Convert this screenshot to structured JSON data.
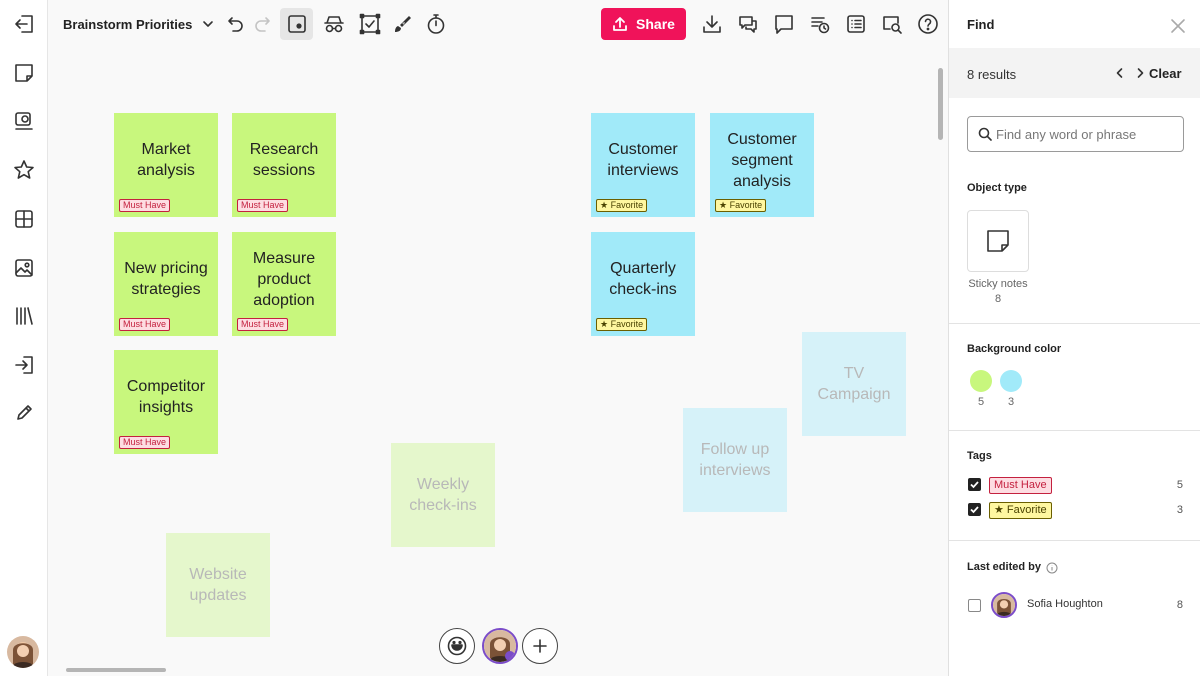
{
  "board": {
    "title": "Brainstorm Priorities",
    "share_label": "Share"
  },
  "notes": [
    {
      "text": "Market analysis",
      "tag": "Must Have",
      "color": "green"
    },
    {
      "text": "Research sessions",
      "tag": "Must Have",
      "color": "green"
    },
    {
      "text": "New pricing strategies",
      "tag": "Must Have",
      "color": "green"
    },
    {
      "text": "Measure product adoption",
      "tag": "Must Have",
      "color": "green"
    },
    {
      "text": "Competitor insights",
      "tag": "Must Have",
      "color": "green"
    },
    {
      "text": "Customer interviews",
      "tag": "★ Favorite",
      "color": "blue"
    },
    {
      "text": "Customer segment analysis",
      "tag": "★ Favorite",
      "color": "blue"
    },
    {
      "text": "Quarterly check-ins",
      "tag": "★ Favorite",
      "color": "blue"
    },
    {
      "text": "TV Campaign",
      "tag": "",
      "color": "blue"
    },
    {
      "text": "Follow up interviews",
      "tag": "",
      "color": "blue"
    },
    {
      "text": "Weekly check-ins",
      "tag": "",
      "color": "green"
    },
    {
      "text": "Website updates",
      "tag": "",
      "color": "green"
    }
  ],
  "find": {
    "title": "Find",
    "results": "8 results",
    "clear_label": "Clear",
    "search_placeholder": "Find any word or phrase",
    "object_type_label": "Object type",
    "object_type_name": "Sticky notes",
    "object_type_count": "8",
    "bg_color_label": "Background color",
    "colors": [
      {
        "hex": "#c8f77d",
        "count": "5"
      },
      {
        "hex": "#a1eaf9",
        "count": "3"
      }
    ],
    "tags_label": "Tags",
    "tags": [
      {
        "label": "Must Have",
        "count": "5",
        "checked": true
      },
      {
        "label": "★ Favorite",
        "count": "3",
        "checked": true
      }
    ],
    "last_edited_label": "Last edited by",
    "editor_name": "Sofia Houghton",
    "editor_count": "8"
  },
  "colors": {
    "accent": "#f0135a",
    "must_have": "#c4213f",
    "favorite_bg": "#fff7a0",
    "note_green": "#c8f77d",
    "note_blue": "#a1eaf9"
  },
  "icons": [
    "exit-icon",
    "sticky-note-icon",
    "comment-search-icon",
    "star-icon",
    "grid-icon",
    "image-icon",
    "library-icon",
    "import-icon",
    "pencil-icon",
    "chevron-down-icon",
    "undo-icon",
    "redo-icon",
    "sticky-tool-icon",
    "mask-icon",
    "checkbox-frame-icon",
    "brush-icon",
    "timer-icon",
    "upload-icon",
    "download-icon",
    "chat-icon",
    "comment-icon",
    "activity-icon",
    "list-icon",
    "find-icon",
    "help-icon",
    "close-icon",
    "search-icon",
    "emoji-icon",
    "plus-icon",
    "info-icon"
  ]
}
